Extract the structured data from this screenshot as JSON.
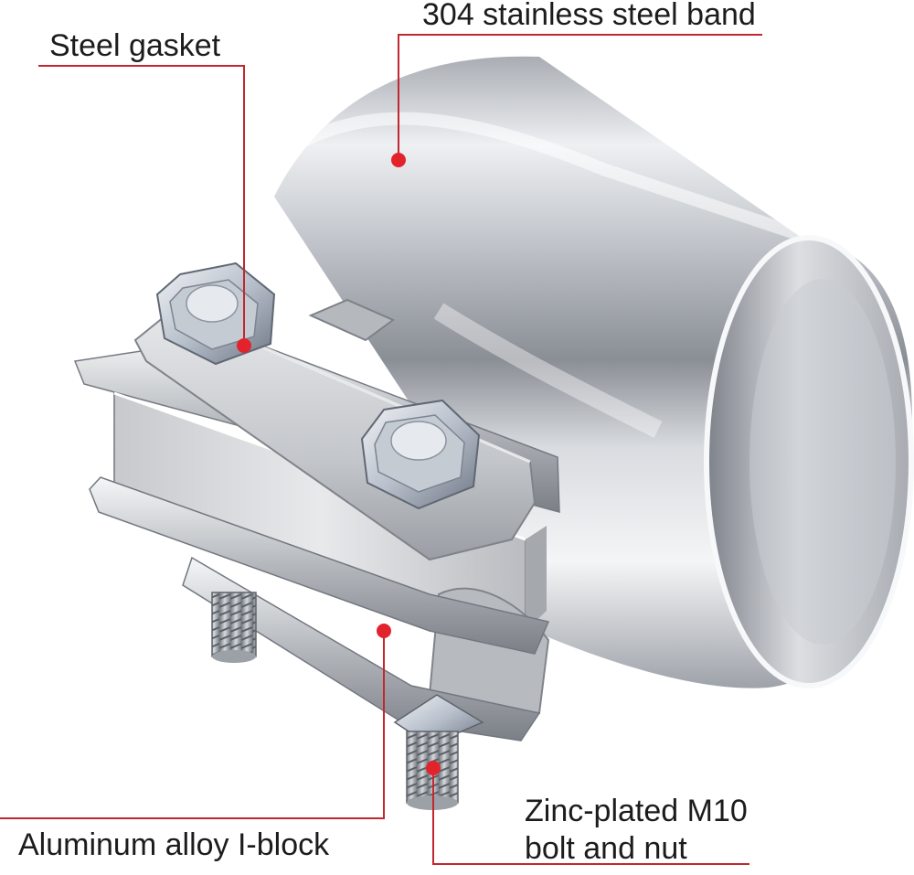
{
  "annotations": [
    {
      "id": "band",
      "text": "304 stainless steel band"
    },
    {
      "id": "gasket",
      "text": "Steel gasket"
    },
    {
      "id": "block",
      "text": "Aluminum alloy I-block"
    },
    {
      "id": "bolt",
      "lines": [
        "Zinc-plated M10",
        "bolt and nut"
      ]
    }
  ],
  "colors": {
    "leader": "#c3272f",
    "dot": "#e3232c",
    "text": "#1c1c1c",
    "metal_light": "#f2f3f5",
    "metal_dark": "#7c8088"
  }
}
